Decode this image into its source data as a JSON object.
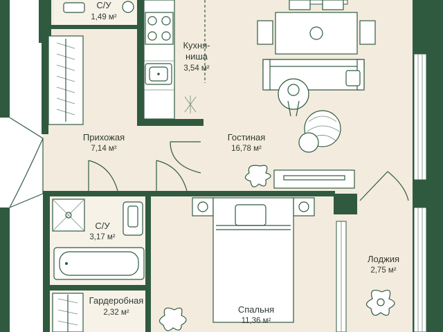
{
  "rooms": {
    "bath_small": {
      "name": "С/У",
      "area": "1,49 м²"
    },
    "kitchen": {
      "name_line1": "Кухня-",
      "name_line2": "ниша",
      "area": "3,54 м²"
    },
    "living": {
      "name": "Гостиная",
      "area": "16,78 м²"
    },
    "hall": {
      "name": "Прихожая",
      "area": "7,14 м²"
    },
    "bath": {
      "name": "С/У",
      "area": "3,17 м²"
    },
    "loggia": {
      "name": "Лоджия",
      "area": "2,75 м²"
    },
    "wardrobe": {
      "name": "Гардеробная",
      "area": "2,32 м²"
    },
    "bedroom": {
      "name": "Спальня",
      "area": "11,36 м²"
    }
  },
  "colors": {
    "wall": "#2f5a40",
    "floor": "#f3ebdd",
    "tile": "#f7f2e8"
  },
  "icons": [
    "sink-icon",
    "stove-icon",
    "bathtub-icon",
    "shower-icon",
    "plant-icon",
    "bed-icon",
    "sofa-icon",
    "table-icon",
    "chair-icon"
  ]
}
